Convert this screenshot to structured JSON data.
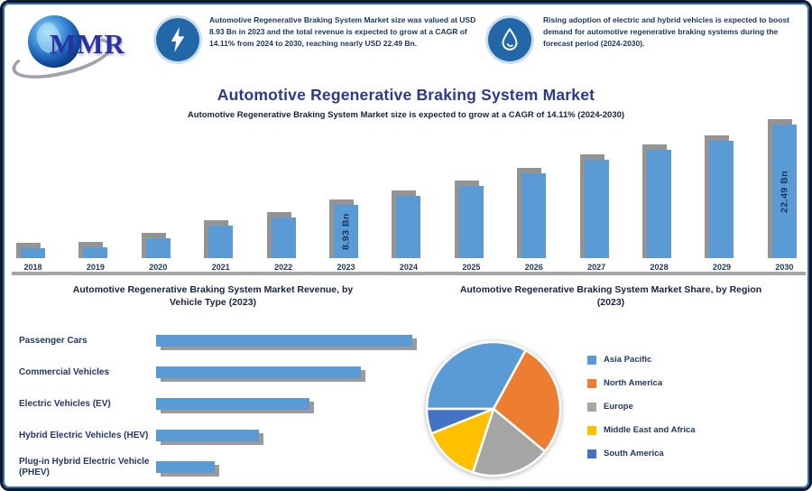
{
  "colors": {
    "bar_blue": "#5B9BD5",
    "shadow_gray": "#949494",
    "title_blue": "#2B3990",
    "navy_text": "#17365D",
    "icon_circle_blue": "#2268A8",
    "axis_gray": "#A6A6A6",
    "frame_navy": "#0C1830",
    "frame_accent_blue": "#2E6DA4"
  },
  "header": {
    "logo": {
      "text": "MMR"
    },
    "highlights": [
      {
        "icon": "lightning-icon",
        "text": "Automotive Regenerative Braking System Market size was valued at USD 8.93 Bn in 2023 and the total revenue is expected to grow at a CAGR of 14.11% from 2024 to 2030, reaching nearly USD 22.49 Bn."
      },
      {
        "icon": "water-drop-icon",
        "text": "Rising adoption of electric and hybrid vehicles is expected to boost demand for automotive regenerative braking systems during the forecast period (2024-2030)."
      }
    ]
  },
  "title": "Automotive Regenerative Braking System Market",
  "subtitle": "Automotive Regenerative Braking System Market size is expected to grow at a CAGR of 14.11% (2024-2030)",
  "market_chart": {
    "unit": "USD Bn",
    "axis_max": 22.49,
    "bars": [
      {
        "year": "2018",
        "value": 1.7,
        "label": ""
      },
      {
        "year": "2019",
        "value": 1.8,
        "label": ""
      },
      {
        "year": "2020",
        "value": 3.3,
        "label": ""
      },
      {
        "year": "2021",
        "value": 5.4,
        "label": ""
      },
      {
        "year": "2022",
        "value": 6.8,
        "label": ""
      },
      {
        "year": "2023",
        "value": 8.93,
        "label": "8.93 Bn"
      },
      {
        "year": "2024",
        "value": 10.5,
        "label": ""
      },
      {
        "year": "2025",
        "value": 12.1,
        "label": ""
      },
      {
        "year": "2026",
        "value": 14.3,
        "label": ""
      },
      {
        "year": "2027",
        "value": 16.6,
        "label": ""
      },
      {
        "year": "2028",
        "value": 18.2,
        "label": ""
      },
      {
        "year": "2029",
        "value": 19.7,
        "label": ""
      },
      {
        "year": "2030",
        "value": 22.49,
        "label": "22.49 Bn"
      }
    ]
  },
  "revenue_chart": {
    "title_line1": "Automotive Regenerative Braking System Market Revenue, by",
    "title_line2": "Vehicle Type (2023)",
    "rows": [
      {
        "label": "Passenger Cars",
        "value_pct": 100
      },
      {
        "label": "Commercial Vehicles",
        "value_pct": 80
      },
      {
        "label": "Electric Vehicles (EV)",
        "value_pct": 60
      },
      {
        "label": "Hybrid Electric Vehicles (HEV)",
        "value_pct": 40
      },
      {
        "label": "Plug-in Hybrid Electric Vehicle (PHEV)",
        "value_pct": 23
      }
    ]
  },
  "share_chart": {
    "title_line1": "Automotive Regenerative Braking System Market Share, by Region",
    "title_line2": "(2023)",
    "start_angle": 270,
    "slices": [
      {
        "label": "Asia Pacific",
        "value": 33,
        "color": "#5B9BD5"
      },
      {
        "label": "North America",
        "value": 28,
        "color": "#ED7D31"
      },
      {
        "label": "Europe",
        "value": 19,
        "color": "#A5A5A5"
      },
      {
        "label": "Middle East and Africa",
        "value": 14,
        "color": "#FFC000"
      },
      {
        "label": "South America",
        "value": 6,
        "color": "#4472C4"
      }
    ]
  },
  "chart_data": [
    {
      "type": "bar",
      "title": "Automotive Regenerative Braking System Market",
      "ylabel": "USD Bn",
      "categories": [
        "2018",
        "2019",
        "2020",
        "2021",
        "2022",
        "2023",
        "2024",
        "2025",
        "2026",
        "2027",
        "2028",
        "2029",
        "2030"
      ],
      "values": [
        1.7,
        1.8,
        3.3,
        5.4,
        6.8,
        8.93,
        10.5,
        12.1,
        14.3,
        16.6,
        18.2,
        19.7,
        22.49
      ],
      "data_labels": {
        "2023": "8.93 Bn",
        "2030": "22.49 Bn"
      },
      "ylim": [
        0,
        24
      ],
      "bar_color": "#5B9BD5"
    },
    {
      "type": "bar",
      "orientation": "horizontal",
      "title": "Automotive Regenerative Braking System Market Revenue, by Vehicle Type (2023)",
      "categories": [
        "Passenger Cars",
        "Commercial Vehicles",
        "Electric Vehicles (EV)",
        "Hybrid Electric Vehicles (HEV)",
        "Plug-in Hybrid Electric Vehicle (PHEV)"
      ],
      "values": [
        100,
        80,
        60,
        40,
        23
      ],
      "value_note": "relative bar lengths (% of longest bar); no numeric labels shown",
      "bar_color": "#5B9BD5"
    },
    {
      "type": "pie",
      "title": "Automotive Regenerative Braking System Market Share, by Region (2023)",
      "labels": [
        "Asia Pacific",
        "North America",
        "Europe",
        "Middle East and Africa",
        "South America"
      ],
      "values": [
        33,
        28,
        19,
        14,
        6
      ],
      "colors": [
        "#5B9BD5",
        "#ED7D31",
        "#A5A5A5",
        "#FFC000",
        "#4472C4"
      ],
      "legend_position": "right",
      "value_note": "percentages estimated from slice angles"
    }
  ]
}
